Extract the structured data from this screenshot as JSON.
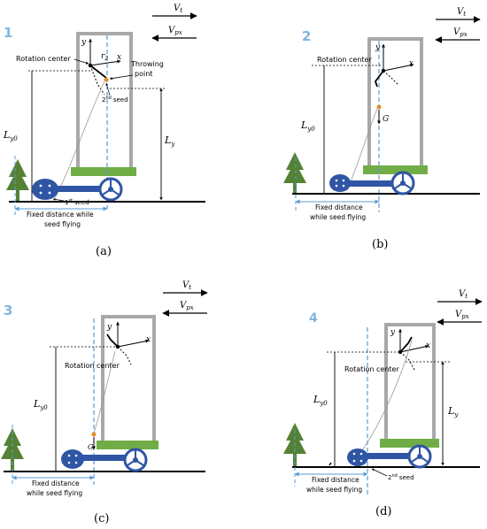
{
  "panels": [
    {
      "step_number": "1",
      "caption": "(a)",
      "velocity_top": "V",
      "velocity_top_sub": "t",
      "velocity_bottom": "V",
      "velocity_bottom_sub": "px",
      "axis_y": "y",
      "axis_x": "x",
      "radius_label": "r",
      "radius_sub": "2",
      "rotation_center": "Rotation center",
      "throwing_point_line1": "Throwing",
      "throwing_point_line2": "point",
      "seed_top": "2",
      "seed_top_sup": "nd",
      "seed_top_word": "seed",
      "seed_bottom": "1",
      "seed_bottom_sup": "st",
      "seed_bottom_word": "seed",
      "ly0": "L",
      "ly0_sub": "y0",
      "ly": "L",
      "ly_sub": "y",
      "fixed_distance_line1": "Fixed distance while",
      "fixed_distance_line2": "seed flying"
    },
    {
      "step_number": "2",
      "caption": "(b)",
      "velocity_top": "V",
      "velocity_top_sub": "t",
      "velocity_bottom": "V",
      "velocity_bottom_sub": "px",
      "axis_y": "y",
      "axis_x": "x",
      "rotation_center": "Rotation center",
      "gravity": "G",
      "ly0": "L",
      "ly0_sub": "y0",
      "fixed_distance_line1": "Fixed distance",
      "fixed_distance_line2": "while seed flying"
    },
    {
      "step_number": "3",
      "caption": "(c)",
      "velocity_top": "V",
      "velocity_top_sub": "t",
      "velocity_bottom": "V",
      "velocity_bottom_sub": "px",
      "axis_y": "y",
      "axis_x": "x",
      "rotation_center": "Rotation center",
      "gravity": "G",
      "ly0": "L",
      "ly0_sub": "y0",
      "fixed_distance_line1": "Fixed distance",
      "fixed_distance_line2": "while seed flying"
    },
    {
      "step_number": "4",
      "caption": "(d)",
      "velocity_top": "V",
      "velocity_top_sub": "t",
      "velocity_bottom": "V",
      "velocity_bottom_sub": "px",
      "axis_y": "y",
      "axis_x": "x",
      "rotation_center": "Rotation center",
      "seed_label": "2",
      "seed_label_sup": "nd",
      "seed_label_word": "seed",
      "ly0": "L",
      "ly0_sub": "y0",
      "ly": "L",
      "ly_sub": "y",
      "fixed_distance_line1": "Fixed distance",
      "fixed_distance_line2": "while seed flying"
    }
  ],
  "colors": {
    "frame": "#a8a8a8",
    "platform": "#70ad47",
    "vehicle": "#2f55a4",
    "tree": "#548235",
    "dashed": "#5b9bd5",
    "seed": "#e6892d",
    "step_number": "#7fb6e0"
  }
}
